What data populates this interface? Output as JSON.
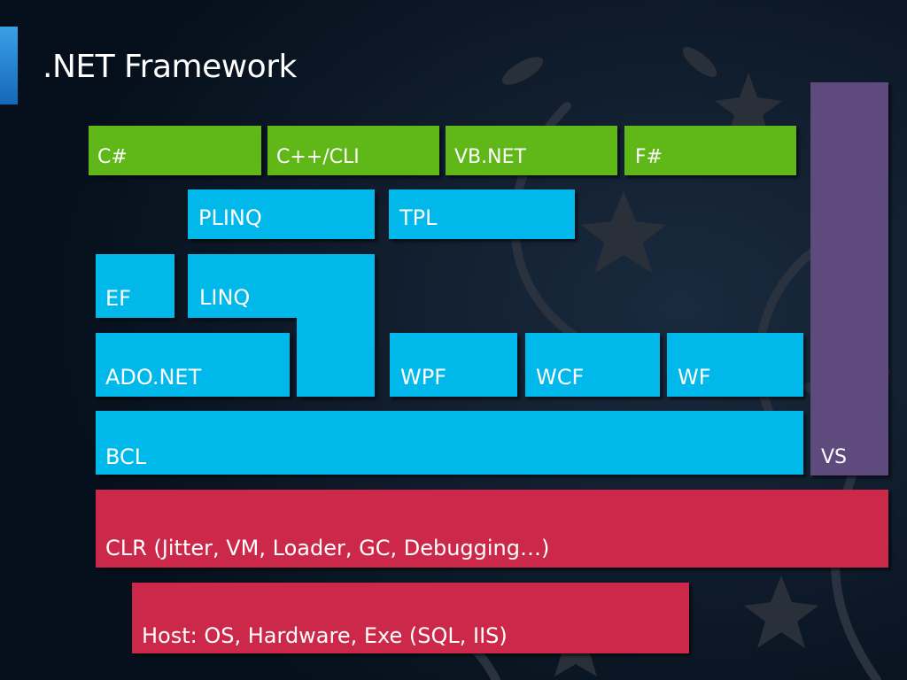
{
  "slide": {
    "title": ".NET Framework"
  },
  "diagram": {
    "languages": [
      "C#",
      "C++/CLI",
      "VB.NET",
      "F#"
    ],
    "parallel": [
      "PLINQ",
      "TPL"
    ],
    "data_access": {
      "ef": "EF",
      "linq": "LINQ",
      "ado": "ADO.NET"
    },
    "frameworks": [
      "WPF",
      "WCF",
      "WF"
    ],
    "bcl": "BCL",
    "vs": "VS",
    "clr": "CLR (Jitter, VM, Loader, GC, Debugging…)",
    "host": "Host: OS, Hardware, Exe (SQL, IIS)"
  },
  "colors": {
    "language_green": "#5fb817",
    "library_blue": "#00b8ea",
    "tooling_purple": "#5f4a7e",
    "runtime_red": "#cc2849"
  }
}
